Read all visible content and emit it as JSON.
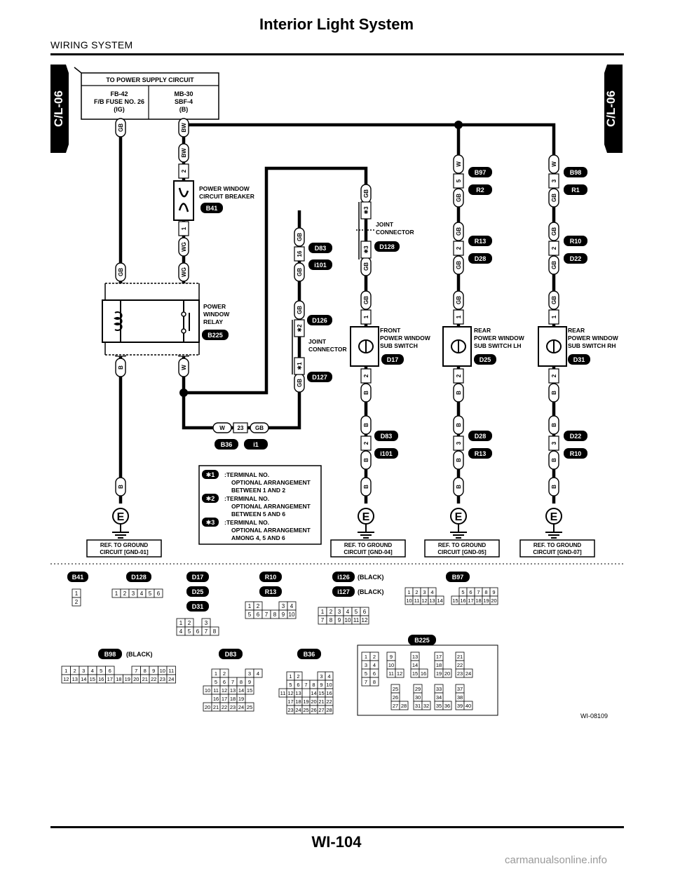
{
  "header": {
    "title": "Interior Light System",
    "subtitle": "WIRING SYSTEM"
  },
  "footer": {
    "page_number": "WI-104",
    "watermark": "carmanualsonline.info",
    "figure_id": "WI-08109"
  },
  "tabs": {
    "left": "C/L-06",
    "right": "C/L-06"
  },
  "power_supply": {
    "header": "TO POWER SUPPLY CIRCUIT",
    "left_box": [
      "FB-42",
      "F/B FUSE NO. 26",
      "(IG)"
    ],
    "right_box": [
      "MB-30",
      "SBF-4",
      "(B)"
    ]
  },
  "components": {
    "circuit_breaker": {
      "label": [
        "POWER WINDOW",
        "CIRCUIT BREAKER"
      ],
      "connector": "B41"
    },
    "relay": {
      "label": [
        "POWER",
        "WINDOW",
        "RELAY"
      ],
      "connector": "B225"
    },
    "joint_connector_upper": {
      "label": [
        "JOINT",
        "CONNECTOR"
      ],
      "connector": "D128"
    },
    "joint_connector_lower": {
      "label": [
        "JOINT",
        "CONNECTOR"
      ],
      "connectors": [
        "D126",
        "D127"
      ]
    },
    "front_switch": {
      "label": [
        "FRONT",
        "POWER WINDOW",
        "SUB SWITCH"
      ],
      "connector": "D17"
    },
    "rear_lh_switch": {
      "label": [
        "REAR",
        "POWER WINDOW",
        "SUB SWITCH LH"
      ],
      "connector": "D25"
    },
    "rear_rh_switch": {
      "label": [
        "REAR",
        "POWER WINDOW",
        "SUB SWITCH RH"
      ],
      "connector": "D31"
    }
  },
  "connector_tags": {
    "d83_i101_upper": [
      "D83",
      "i101"
    ],
    "b97_r2": [
      "B97",
      "R2"
    ],
    "r13_d28": [
      "R13",
      "D28"
    ],
    "b98_r1": [
      "B98",
      "R1"
    ],
    "r10_d22": [
      "R10",
      "D22"
    ],
    "b36_i1": [
      "B36",
      "i1"
    ],
    "d83_i101_lower": [
      "D83",
      "i101"
    ],
    "d28_r13": [
      "D28",
      "R13"
    ],
    "d22_r10": [
      "D22",
      "R10"
    ]
  },
  "wire_colors": {
    "gb": "GB",
    "bw": "BW",
    "wg": "WG",
    "w": "W",
    "b": "B"
  },
  "pins": {
    "p1": "1",
    "p2": "2",
    "p3": "3",
    "p5": "5",
    "p16": "16",
    "p17": "17",
    "p18": "18",
    "p19": "19",
    "p20": "20",
    "p23": "23",
    "s1": "✱1",
    "s2": "✱2",
    "s3": "✱3"
  },
  "notes": [
    {
      "mark": "✱1",
      "lines": [
        ":TERMINAL NO.",
        "OPTIONAL ARRANGEMENT",
        "BETWEEN 1 AND 2"
      ]
    },
    {
      "mark": "✱2",
      "lines": [
        ":TERMINAL NO.",
        "OPTIONAL ARRANGEMENT",
        "BETWEEN 5 AND 6"
      ]
    },
    {
      "mark": "✱3",
      "lines": [
        ":TERMINAL NO.",
        "OPTIONAL ARRANGEMENT",
        "AMONG 4, 5 AND 6"
      ]
    }
  ],
  "grounds": {
    "symbol": "E",
    "refs": [
      [
        "REF. TO GROUND",
        "CIRCUIT [GND-01]"
      ],
      [
        "REF. TO GROUND",
        "CIRCUIT [GND-04]"
      ],
      [
        "REF. TO GROUND",
        "CIRCUIT [GND-05]"
      ],
      [
        "REF. TO GROUND",
        "CIRCUIT [GND-07]"
      ]
    ]
  },
  "connector_views": {
    "b41": {
      "tag": "B41",
      "pins": [
        "1",
        "2"
      ]
    },
    "d128": {
      "tag": "D128",
      "pins": [
        "1",
        "2",
        "3",
        "4",
        "5",
        "6"
      ]
    },
    "d17": {
      "tags": [
        "D17",
        "D25",
        "D31"
      ],
      "pins": [
        "1",
        "2",
        "3",
        "4",
        "5",
        "6",
        "7",
        "8"
      ]
    },
    "r10": {
      "tags": [
        "R10",
        "R13"
      ],
      "pins": [
        "1",
        "2",
        "3",
        "4",
        "5",
        "6",
        "7",
        "8",
        "9",
        "10"
      ]
    },
    "i126": {
      "tags": [
        "i126",
        "i127"
      ],
      "notes": [
        "(BLACK)",
        "(BLACK)"
      ],
      "pins": [
        "1",
        "2",
        "3",
        "4",
        "5",
        "6",
        "7",
        "8",
        "9",
        "10",
        "11",
        "12"
      ]
    },
    "b97": {
      "tag": "B97",
      "pins": [
        "1",
        "2",
        "3",
        "4",
        "5",
        "6",
        "7",
        "8",
        "9",
        "10",
        "11",
        "12",
        "13",
        "14",
        "15",
        "16",
        "17",
        "18",
        "19",
        "20"
      ]
    },
    "b98": {
      "tag": "B98",
      "note": "(BLACK)",
      "pins": [
        "1",
        "2",
        "3",
        "4",
        "5",
        "6",
        "7",
        "8",
        "9",
        "10",
        "11",
        "12",
        "13",
        "14",
        "15",
        "16",
        "17",
        "18",
        "19",
        "20",
        "21",
        "22",
        "23",
        "24"
      ]
    },
    "d83": {
      "tag": "D83",
      "pins": [
        "1",
        "2",
        "3",
        "4",
        "5",
        "6",
        "7",
        "8",
        "9",
        "10",
        "11",
        "12",
        "13",
        "14",
        "15",
        "16",
        "17",
        "18",
        "19",
        "20",
        "21",
        "22",
        "23",
        "24",
        "25"
      ]
    },
    "b36": {
      "tag": "B36",
      "pins": [
        "1",
        "2",
        "3",
        "4",
        "5",
        "6",
        "7",
        "8",
        "9",
        "10",
        "11",
        "12",
        "13",
        "14",
        "15",
        "16",
        "17",
        "18",
        "19",
        "20",
        "21",
        "22",
        "23",
        "24",
        "25",
        "26",
        "27",
        "28"
      ]
    },
    "b225": {
      "tag": "B225",
      "pins": [
        "1",
        "2",
        "3",
        "4",
        "5",
        "6",
        "7",
        "8",
        "9",
        "10",
        "11",
        "12",
        "13",
        "14",
        "15",
        "16",
        "17",
        "18",
        "19",
        "20",
        "21",
        "22",
        "23",
        "24",
        "25",
        "26",
        "27",
        "28",
        "29",
        "30",
        "31",
        "32",
        "33",
        "34",
        "35",
        "36",
        "37",
        "38",
        "39",
        "40"
      ]
    }
  }
}
